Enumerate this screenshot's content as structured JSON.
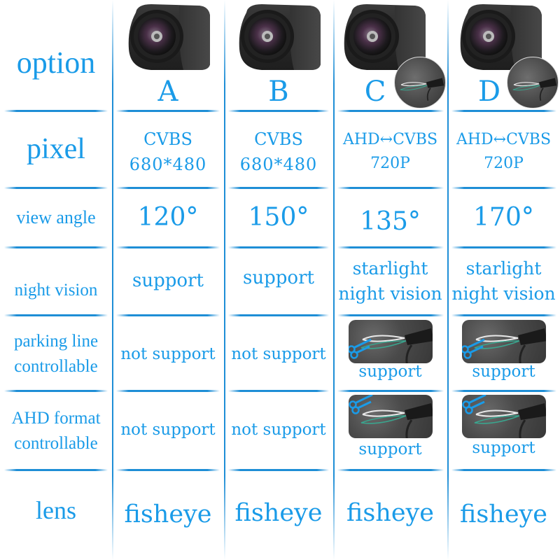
{
  "colors": {
    "text": "#1a9be8",
    "grid": "#1e8ed6",
    "background": "#ffffff"
  },
  "header": {
    "row_label": "option",
    "options": [
      {
        "letter": "A",
        "image": "camera-fisheye",
        "inset": false
      },
      {
        "letter": "B",
        "image": "camera-fisheye",
        "inset": false
      },
      {
        "letter": "C",
        "image": "camera-fisheye",
        "inset": "wire-loop-inset"
      },
      {
        "letter": "D",
        "image": "camera-fisheye",
        "inset": "wire-loop-inset"
      }
    ]
  },
  "rows": [
    {
      "label": "pixel",
      "values": [
        {
          "line1": "CVBS",
          "line2": "680*480"
        },
        {
          "line1": "CVBS",
          "line2": "680*480"
        },
        {
          "line1": "AHD↔CVBS",
          "line2": "720P"
        },
        {
          "line1": "AHD↔CVBS",
          "line2": "720P"
        }
      ]
    },
    {
      "label": "view angle",
      "values": [
        "120°",
        "150°",
        "135°",
        "170°"
      ]
    },
    {
      "label": "night vision",
      "values": [
        {
          "line1": "support"
        },
        {
          "line1": "support"
        },
        {
          "line1": "starlight",
          "line2": "night vision"
        },
        {
          "line1": "starlight",
          "line2": "night vision"
        }
      ]
    },
    {
      "label_line1": "parking line",
      "label_line2": "controllable",
      "values": [
        {
          "text": "not support",
          "image": null
        },
        {
          "text": "not support",
          "image": null
        },
        {
          "text": "support",
          "image": "cut-wire-scissors-icon"
        },
        {
          "text": "support",
          "image": "cut-wire-scissors-icon"
        }
      ]
    },
    {
      "label_line1": "AHD format",
      "label_line2": "controllable",
      "values": [
        {
          "text": "not support",
          "image": null
        },
        {
          "text": "not support",
          "image": null
        },
        {
          "text": "support",
          "image": "cut-wire-scissors-icon"
        },
        {
          "text": "support",
          "image": "cut-wire-scissors-icon"
        }
      ]
    },
    {
      "label": "lens",
      "values": [
        "fisheye",
        "fisheye",
        "fisheye",
        "fisheye"
      ]
    }
  ]
}
